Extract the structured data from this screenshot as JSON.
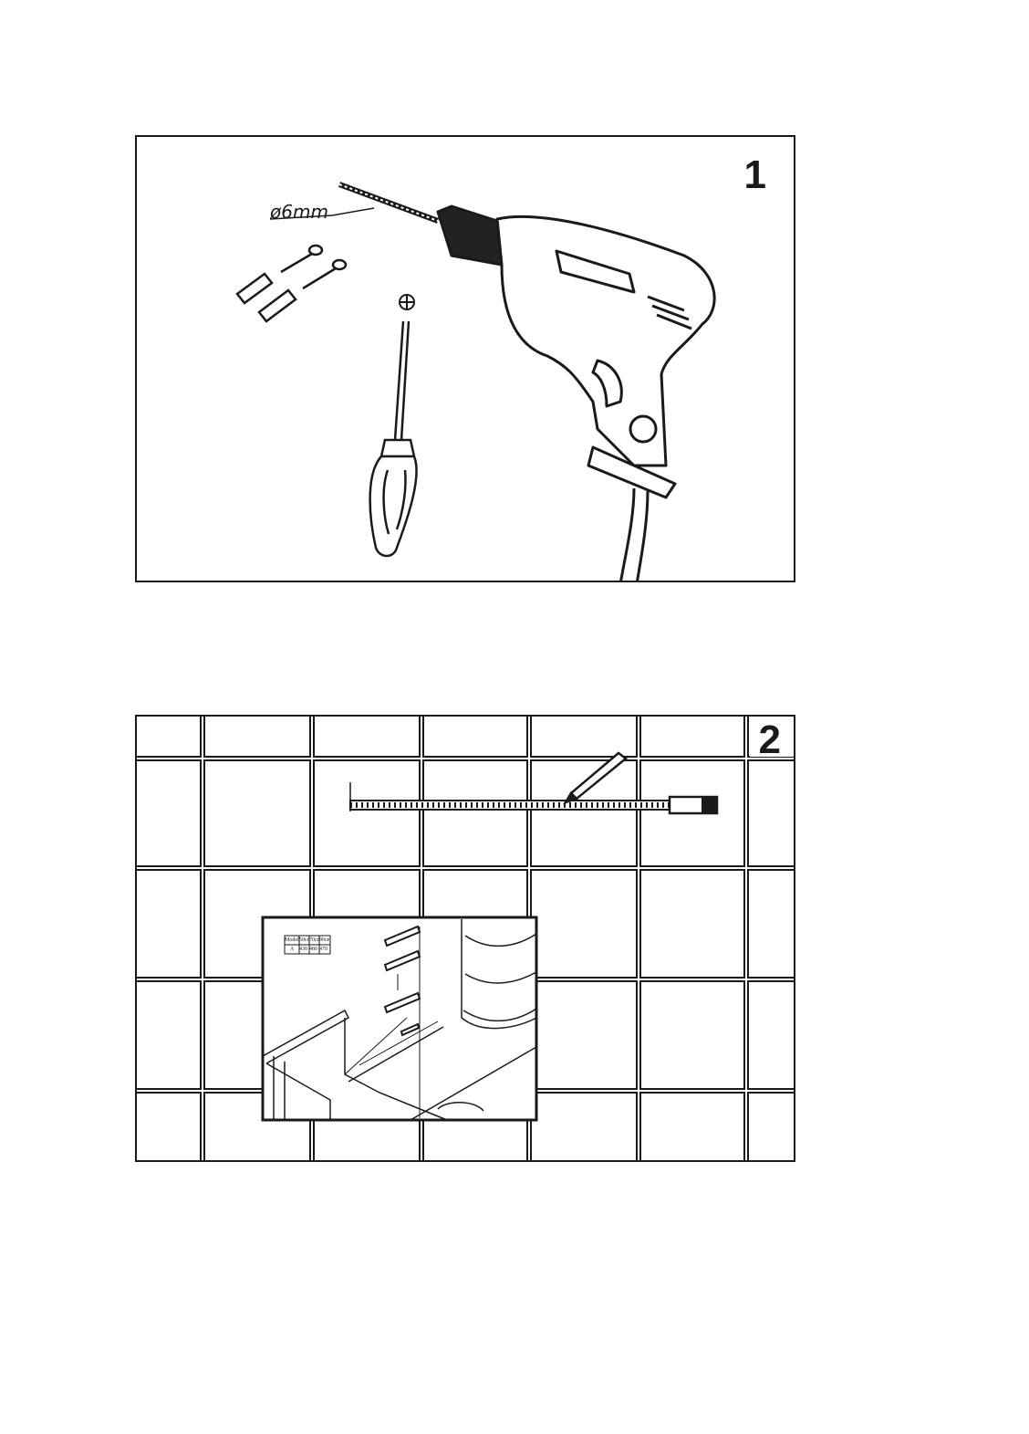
{
  "steps": [
    {
      "number": "1",
      "drill_bit_label": "ø6mm"
    },
    {
      "number": "2"
    }
  ],
  "inset": {
    "table_header": [
      "Modelo",
      "50cm",
      "70cm",
      "90cm"
    ],
    "table_row": [
      "A",
      "430",
      "480",
      "470"
    ]
  },
  "icons": {
    "drill": "power-drill-icon",
    "screwdriver": "phillips-screwdriver-icon",
    "screws": "screw-icon",
    "plugs": "wall-plug-icon",
    "pencil": "pencil-icon",
    "tape": "tape-measure-icon"
  },
  "colors": {
    "ink": "#1a1a1a",
    "paper": "#ffffff",
    "grout": "#1a1a1a"
  }
}
